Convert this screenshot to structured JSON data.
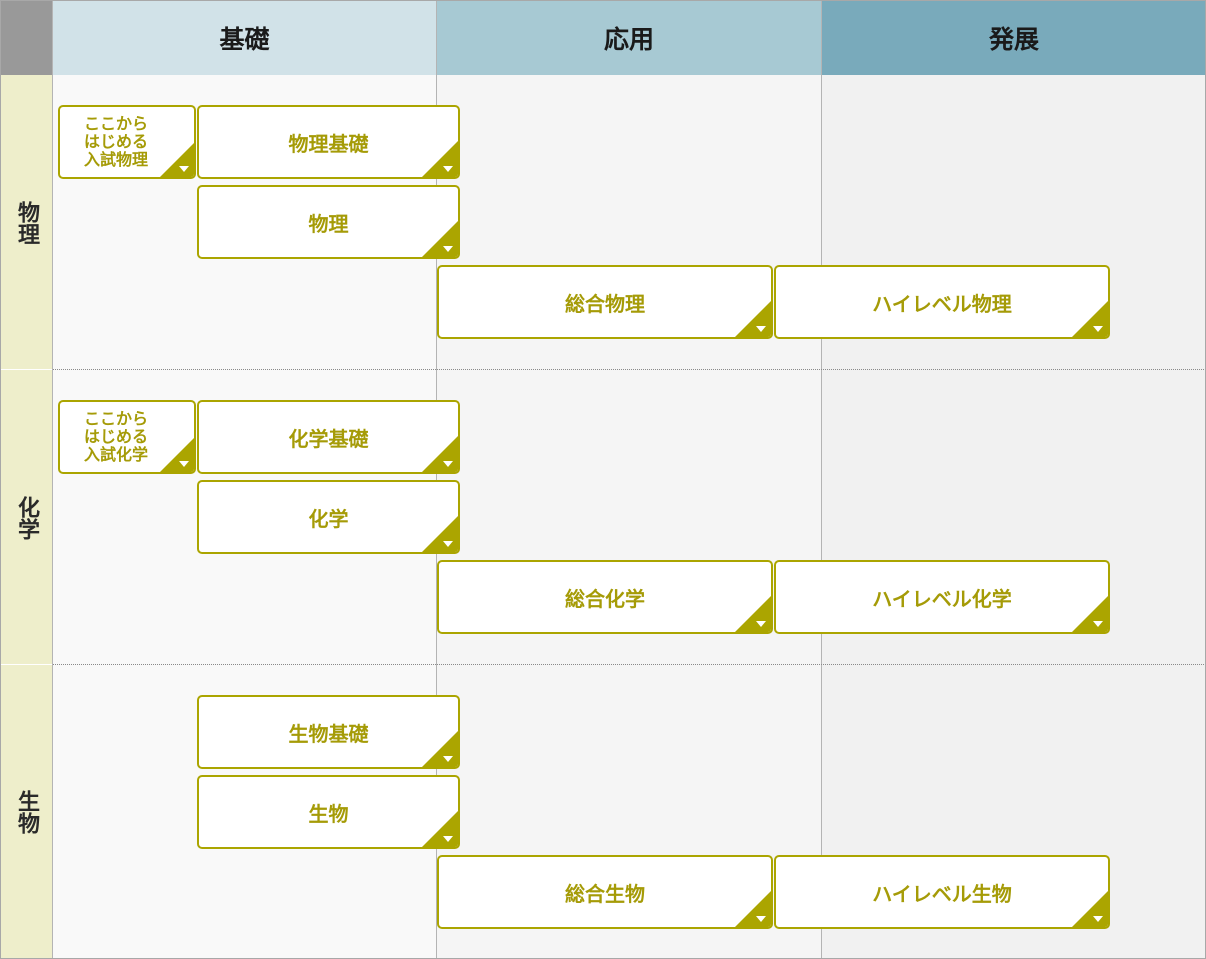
{
  "columns": [
    {
      "label": "基礎",
      "color": "#d1e2e8"
    },
    {
      "label": "応用",
      "color": "#a7c9d3"
    },
    {
      "label": "発展",
      "color": "#79aabb"
    }
  ],
  "rows": [
    {
      "label": "物理",
      "color": "#eeeecb"
    },
    {
      "label": "化学",
      "color": "#eeeecb"
    },
    {
      "label": "生物",
      "color": "#eeeecb"
    }
  ],
  "courses": {
    "physics_intro": "ここから\nはじめる\n入試物理",
    "physics_basic": "物理基礎",
    "physics": "物理",
    "physics_comprehensive": "総合物理",
    "physics_highlevel": "ハイレベル物理",
    "chemistry_intro": "ここから\nはじめる\n入試化学",
    "chemistry_basic": "化学基礎",
    "chemistry": "化学",
    "chemistry_comprehensive": "総合化学",
    "chemistry_highlevel": "ハイレベル化学",
    "biology_basic": "生物基礎",
    "biology": "生物",
    "biology_comprehensive": "総合生物",
    "biology_highlevel": "ハイレベル生物"
  },
  "accent_color": "#aba500",
  "text_color": "#a59b07",
  "icons": {
    "expand": "caret-down-icon",
    "corner": "corner-triangle-icon"
  }
}
